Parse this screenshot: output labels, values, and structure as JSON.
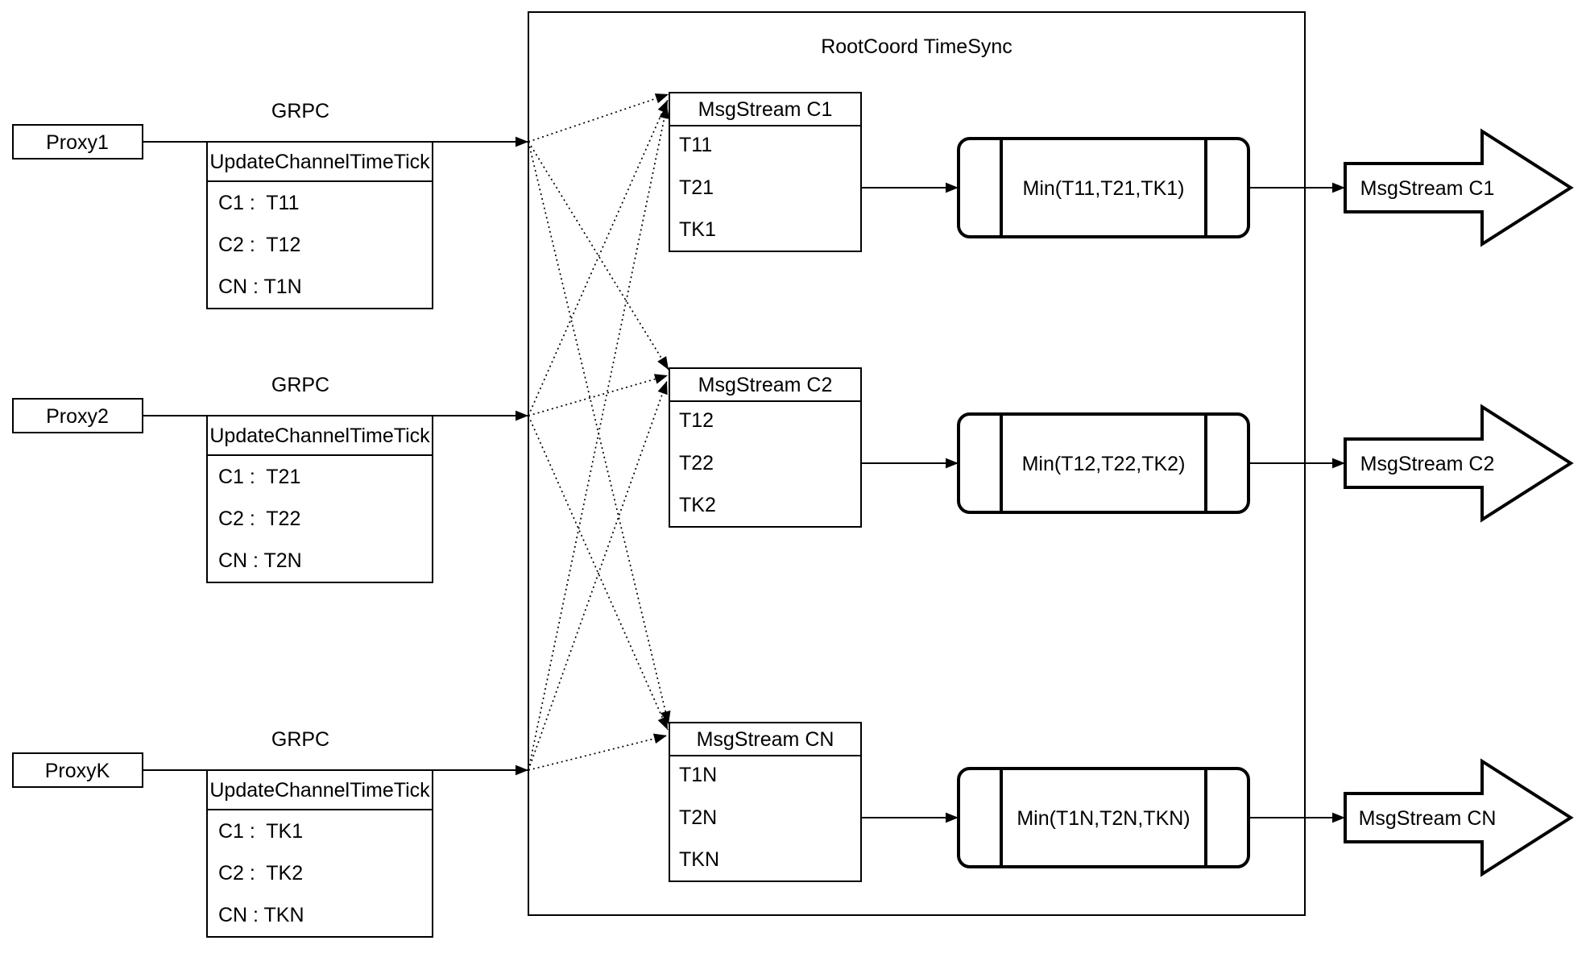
{
  "title": "RootCoord TimeSync",
  "labels": {
    "grpc": "GRPC",
    "update_header": "UpdateChannelTimeTick"
  },
  "proxies": [
    {
      "name": "Proxy1",
      "ticks": [
        "C1 :  T11",
        "C2 :  T12",
        "CN : T1N"
      ]
    },
    {
      "name": "Proxy2",
      "ticks": [
        "C1 :  T21",
        "C2 :  T22",
        "CN : T2N"
      ]
    },
    {
      "name": "ProxyK",
      "ticks": [
        "C1 :  TK1",
        "C2 :  TK2",
        "CN : TKN"
      ]
    }
  ],
  "channels": [
    {
      "stream_header": "MsgStream C1",
      "timestamps": [
        "T11",
        "T21",
        "TK1"
      ],
      "min_label": "Min(T11,T21,TK1)",
      "output_label": "MsgStream C1"
    },
    {
      "stream_header": "MsgStream C2",
      "timestamps": [
        "T12",
        "T22",
        "TK2"
      ],
      "min_label": "Min(T12,T22,TK2)",
      "output_label": "MsgStream C2"
    },
    {
      "stream_header": "MsgStream CN",
      "timestamps": [
        "T1N",
        "T2N",
        "TKN"
      ],
      "min_label": "Min(T1N,T2N,TKN)",
      "output_label": "MsgStream CN"
    }
  ],
  "colors": {
    "stroke": "#000000",
    "background": "#ffffff"
  }
}
